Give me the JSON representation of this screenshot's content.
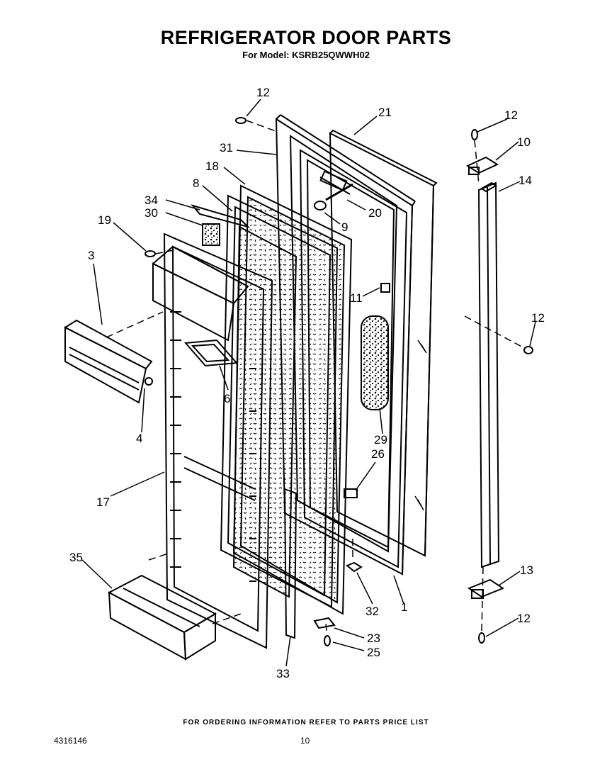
{
  "title": "REFRIGERATOR DOOR PARTS",
  "subtitle": "For Model: KSRB25QWWH02",
  "footer_note": "FOR ORDERING INFORMATION REFER TO PARTS PRICE LIST",
  "doc_number": "4316146",
  "page_number": "10",
  "callouts": [
    "12",
    "21",
    "31",
    "18",
    "34",
    "8",
    "30",
    "19",
    "3",
    "20",
    "9",
    "11",
    "6",
    "4",
    "17",
    "35",
    "29",
    "26",
    "32",
    "1",
    "23",
    "25",
    "33",
    "12",
    "10",
    "14",
    "12",
    "13",
    "12"
  ]
}
